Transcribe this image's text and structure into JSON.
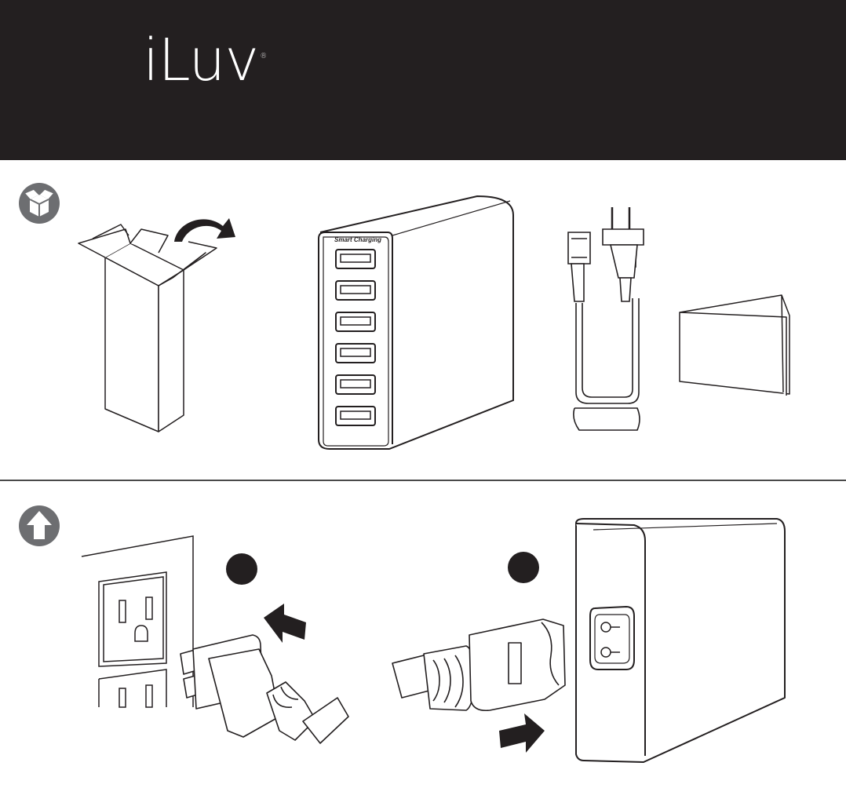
{
  "brand": {
    "name": "iLuv",
    "mark": "®"
  },
  "colors": {
    "header_bg": "#231f20",
    "icon_gray": "#6d6e71",
    "line": "#231f20"
  },
  "section_unbox": {
    "icon": "open-box-icon",
    "charger_label": "Smart Charging",
    "usb_port_count": 6
  },
  "section_setup": {
    "icon": "up-arrow-icon",
    "step_markers": [
      "",
      ""
    ]
  }
}
